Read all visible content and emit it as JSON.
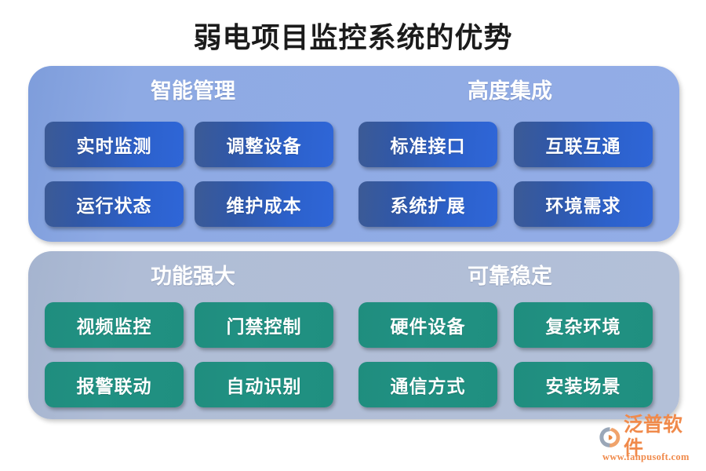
{
  "title": "弱电项目监控系统的优势",
  "colors": {
    "page_background": "#ffffff",
    "panel_blue": "#8eaae4",
    "panel_grey": "#b0bdd6",
    "item_blue": "#2f62cb",
    "item_green": "#1f8f80",
    "title_text": "#1b1b1b",
    "logo_orange": "#f08a4b"
  },
  "panels": [
    {
      "id": "panel-blue",
      "style": "blue",
      "groups": [
        {
          "heading": "智能管理",
          "items": [
            "实时监测",
            "运行状态"
          ]
        },
        {
          "heading": "高度集成",
          "items": [
            "标准接口",
            "系统扩展"
          ]
        }
      ],
      "items_grid": [
        {
          "label": "实时监测",
          "col": 1,
          "row": 1
        },
        {
          "label": "调整设备",
          "col": 2,
          "row": 1
        },
        {
          "label": "标准接口",
          "col": 3,
          "row": 1
        },
        {
          "label": "互联互通",
          "col": 4,
          "row": 1
        },
        {
          "label": "运行状态",
          "col": 1,
          "row": 2
        },
        {
          "label": "维护成本",
          "col": 2,
          "row": 2
        },
        {
          "label": "系统扩展",
          "col": 3,
          "row": 2
        },
        {
          "label": "环境需求",
          "col": 4,
          "row": 2
        }
      ],
      "heading_left": "智能管理",
      "heading_right": "高度集成"
    },
    {
      "id": "panel-grey",
      "style": "grey",
      "items_grid": [
        {
          "label": "视频监控",
          "col": 1,
          "row": 1
        },
        {
          "label": "门禁控制",
          "col": 2,
          "row": 1
        },
        {
          "label": "硬件设备",
          "col": 3,
          "row": 1
        },
        {
          "label": "复杂环境",
          "col": 4,
          "row": 1
        },
        {
          "label": "报警联动",
          "col": 1,
          "row": 2
        },
        {
          "label": "自动识别",
          "col": 2,
          "row": 2
        },
        {
          "label": "通信方式",
          "col": 3,
          "row": 2
        },
        {
          "label": "安装场景",
          "col": 4,
          "row": 2
        }
      ],
      "heading_left": "功能强大",
      "heading_right": "可靠稳定"
    }
  ],
  "blue": {
    "heading_left": "智能管理",
    "heading_right": "高度集成",
    "r1c1": "实时监测",
    "r1c2": "调整设备",
    "r1c3": "标准接口",
    "r1c4": "互联互通",
    "r2c1": "运行状态",
    "r2c2": "维护成本",
    "r2c3": "系统扩展",
    "r2c4": "环境需求"
  },
  "grey": {
    "heading_left": "功能强大",
    "heading_right": "可靠稳定",
    "r1c1": "视频监控",
    "r1c2": "门禁控制",
    "r1c3": "硬件设备",
    "r1c4": "复杂环境",
    "r2c1": "报警联动",
    "r2c2": "自动识别",
    "r2c3": "通信方式",
    "r2c4": "安装场景"
  },
  "logo": {
    "name": "泛普软件",
    "url": "www.fanpusoft.com",
    "mark_icon": "fanpu-swoosh-logo-icon"
  }
}
